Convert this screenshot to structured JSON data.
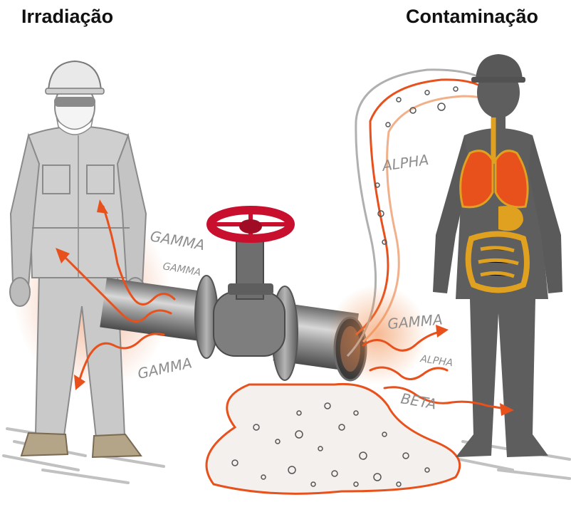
{
  "titles": {
    "left": "Irradiação",
    "right": "Contaminação"
  },
  "labels": {
    "gamma_left_1": "GAMMA",
    "gamma_left_2": "GAMMA",
    "gamma_left_3": "GAMMA",
    "alpha_top": "ALPHA",
    "gamma_right": "GAMMA",
    "alpha_right": "ALPHA",
    "beta_right": "BETA"
  },
  "colors": {
    "radiation": "#e8501c",
    "valve": "#c8102e",
    "coverall": "#c9c9c9",
    "silhouette": "#5e5e5e",
    "organs": "#e0a020",
    "label": "#8e8e8e"
  }
}
